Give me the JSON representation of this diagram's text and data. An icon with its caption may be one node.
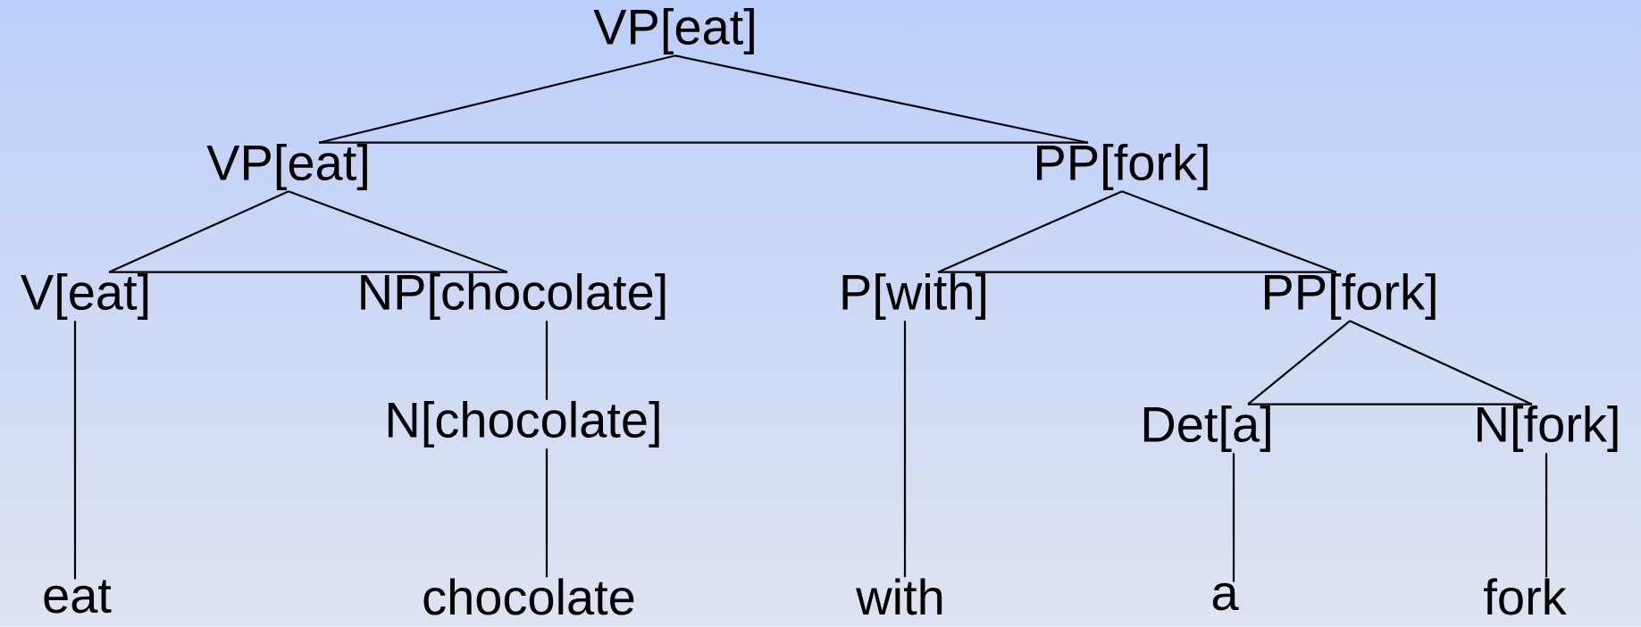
{
  "diagram": {
    "nodes": [
      {
        "text": [
          "VP[eat]"
        ]
      },
      {
        "text": [
          "VP[eat]"
        ]
      },
      {
        "text": [
          "PP[fork]"
        ]
      },
      {
        "text": [
          "V[eat]"
        ]
      },
      {
        "text": [
          "NP[chocolate]"
        ]
      },
      {
        "text": [
          "P[with]"
        ]
      },
      {
        "text": [
          "PP[fork]"
        ]
      },
      {
        "text": [
          "N[chocolate]"
        ]
      },
      {
        "text": [
          "Det[a]"
        ]
      },
      {
        "text": [
          "N[fork]"
        ]
      },
      {
        "text": [
          "eat"
        ]
      },
      {
        "text": [
          "chocolate"
        ]
      },
      {
        "text": [
          "with"
        ]
      },
      {
        "text": [
          "a"
        ]
      },
      {
        "text": [
          "fork"
        ]
      }
    ],
    "edges": [
      {
        "from": 0,
        "to": 1,
        "arrow": "none"
      },
      {
        "from": 0,
        "to": 2,
        "arrow": "none"
      },
      {
        "from": 1,
        "to": 3,
        "arrow": "none"
      },
      {
        "from": 1,
        "to": 4,
        "arrow": "none"
      },
      {
        "from": 2,
        "to": 5,
        "arrow": "none"
      },
      {
        "from": 2,
        "to": 6,
        "arrow": "none"
      },
      {
        "from": 4,
        "to": 7,
        "arrow": "none"
      },
      {
        "from": 6,
        "to": 8,
        "arrow": "none"
      },
      {
        "from": 6,
        "to": 9,
        "arrow": "none"
      },
      {
        "from": 3,
        "to": 10,
        "arrow": "none"
      },
      {
        "from": 7,
        "to": 11,
        "arrow": "none"
      },
      {
        "from": 5,
        "to": 12,
        "arrow": "none"
      },
      {
        "from": 8,
        "to": 13,
        "arrow": "none"
      },
      {
        "from": 9,
        "to": 14,
        "arrow": "none"
      }
    ]
  }
}
